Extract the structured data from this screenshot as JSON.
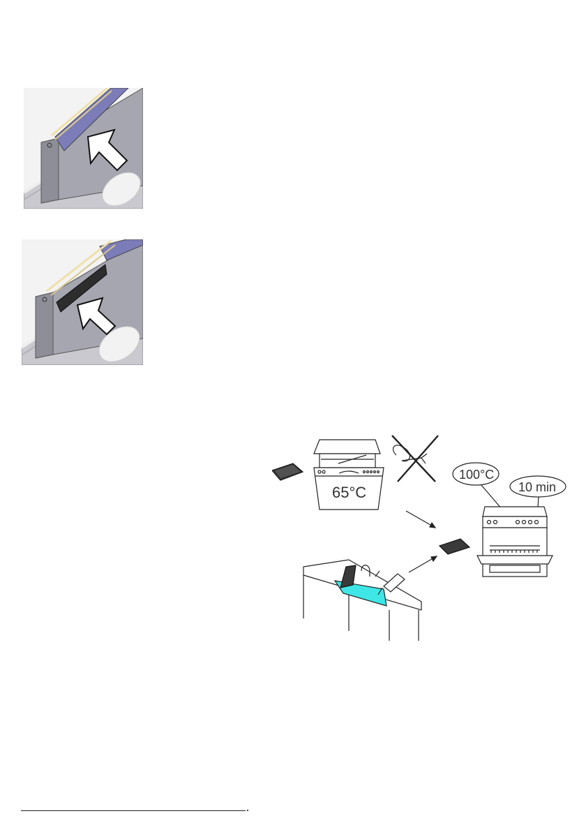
{
  "illustrations": {
    "dishwasher_temperature": "65°C",
    "oven_temperature": "100°C",
    "oven_time": "10 min"
  },
  "colors": {
    "filter_housing": "#9d9da8",
    "filter_panel": "#7f7fb6",
    "sink_water": "#3fe6e6"
  }
}
